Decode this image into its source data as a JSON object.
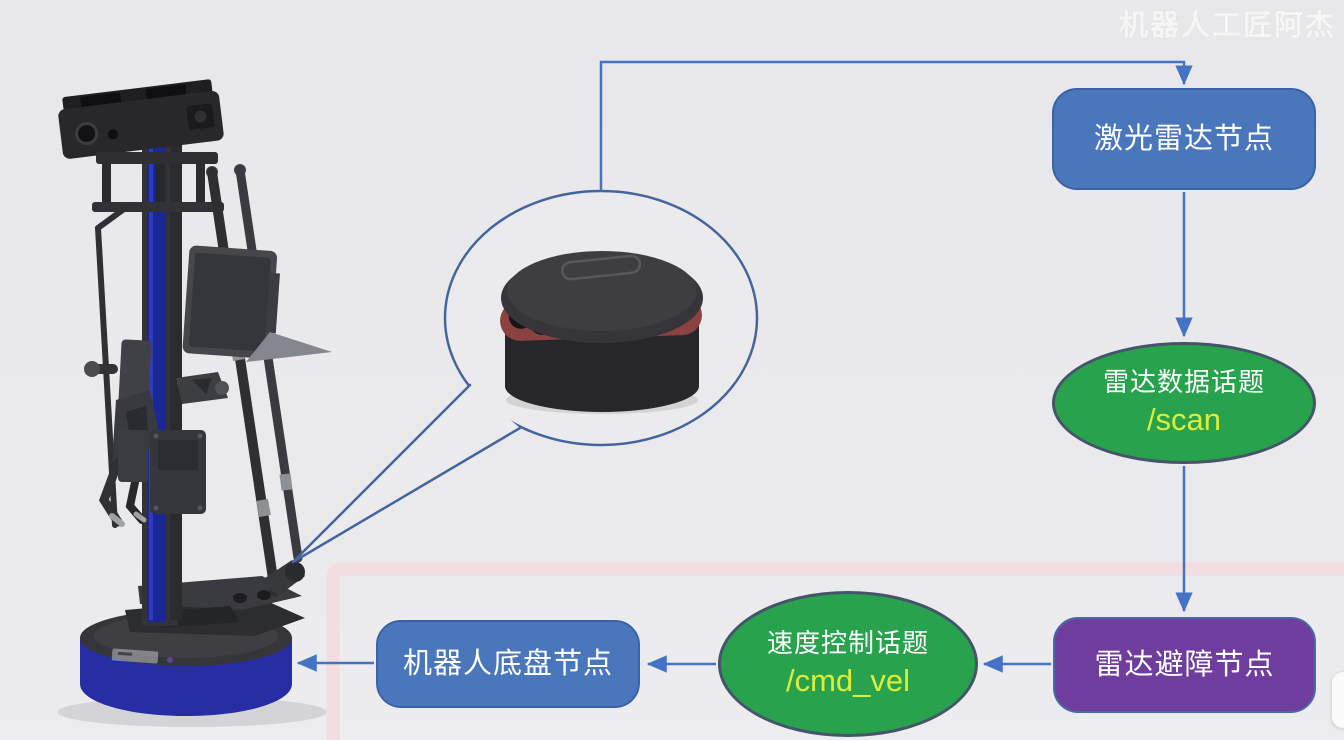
{
  "watermark": "机器人工匠阿杰",
  "background": "#e9e9eb",
  "colors": {
    "arrow": "#4472c4",
    "node_blue_fill": "#4a76bc",
    "node_blue_border": "#3a62a8",
    "topic_green_fill": "#28a24c",
    "topic_green_border": "#44546a",
    "node_purple_fill": "#6f3d9e",
    "node_purple_border": "#4a6aa5",
    "node_text": "#ffffff",
    "topic_code_text": "#dded39",
    "bubble_stroke": "#44659c",
    "frame_pink": "#f2dde1"
  },
  "flowchart": {
    "lidar_node": {
      "label": "激光雷达节点"
    },
    "scan_topic": {
      "label": "雷达数据话题",
      "topic": "/scan"
    },
    "avoidance_node": {
      "label": "雷达避障节点"
    },
    "cmdvel_topic": {
      "label": "速度控制话题",
      "topic": "/cmd_vel"
    },
    "base_node": {
      "label": "机器人底盘节点"
    }
  },
  "illustrations": {
    "robot": "mobile-manipulator-robot",
    "lidar": "lidar-sensor-in-callout"
  }
}
